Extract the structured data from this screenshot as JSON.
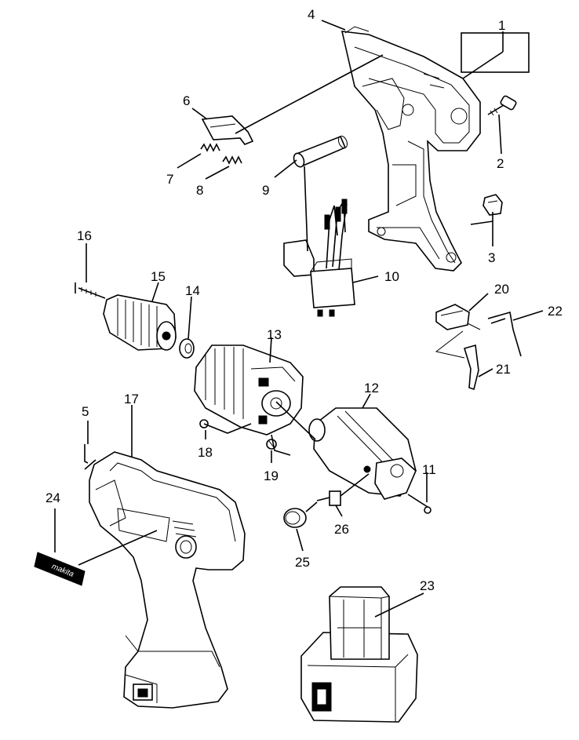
{
  "part_labels": {
    "p1": "1",
    "p2": "2",
    "p3": "3",
    "p4": "4",
    "p5": "5",
    "p6": "6",
    "p7": "7",
    "p8": "8",
    "p9": "9",
    "p10": "10",
    "p11": "11",
    "p12": "12",
    "p13": "13",
    "p14": "14",
    "p15": "15",
    "p16": "16",
    "p17": "17",
    "p18": "18",
    "p19": "19",
    "p20": "20",
    "p21": "21",
    "p22": "22",
    "p23": "23",
    "p24": "24",
    "p25": "25",
    "p26": "26"
  },
  "nameplate_text": "makita",
  "colors": {
    "line": "#000000",
    "background": "#ffffff"
  }
}
